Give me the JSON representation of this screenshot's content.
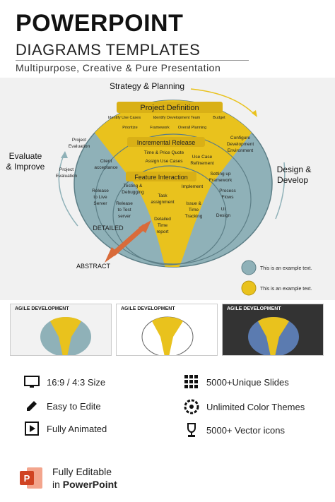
{
  "header": {
    "title": "POWERPOINT",
    "subtitle": "DIAGRAMS TEMPLATES",
    "tagline": "Multipurpose,  Creative & Pure Presentation"
  },
  "diagram": {
    "top_label": "Strategy & Planning",
    "left_label_1": "Evaluate",
    "left_label_2": "& Improve",
    "right_label_1": "Design &",
    "right_label_2": "Develop",
    "abstract_label": "ABSTRACT",
    "detailed_label": "DETAILED",
    "project_definition": "Project Definition",
    "pd_items": [
      "Identify Use Cases",
      "Identify Development Team",
      "Budget"
    ],
    "pd_items2": [
      "Prioritize",
      "Framework",
      "Overall Planning"
    ],
    "incremental_release": "Incremental Release",
    "ir_items": [
      "Time & Price Quote",
      "Assign Use Cases"
    ],
    "feature_interaction": "Feature Interaction",
    "left_outer": [
      "Project",
      "Evaluation"
    ],
    "left_outer2": [
      "Project",
      "Evaluation"
    ],
    "right_outer": [
      "Configure",
      "Development",
      "Environment"
    ],
    "client": [
      "Client",
      "acceptance"
    ],
    "release_live": [
      "Release",
      "to Live",
      "Server"
    ],
    "use_case": [
      "Use Case",
      "Refinement"
    ],
    "setting_up": [
      "Setting up",
      "Framework"
    ],
    "process_flows": [
      "Process",
      "Flows"
    ],
    "ui_design": [
      "UI",
      "Design"
    ],
    "testing": [
      "Testing &",
      "Debugging"
    ],
    "release_test": [
      "Release",
      "to Test",
      "server"
    ],
    "task": [
      "Task",
      "assignment"
    ],
    "detailed_time": [
      "Detailed",
      "Time",
      "report"
    ],
    "implement": "Implement",
    "issue": [
      "Issue &",
      "Time",
      "Tracking"
    ],
    "legend_1": "This is an example text.",
    "legend_2": "This is an example text.",
    "colors": {
      "blue": "#8fb1b8",
      "yellow": "#e9c21d",
      "arrow": "#d96b3a"
    }
  },
  "thumbnails": [
    {
      "title": "AGILE DEVELOPMENT",
      "theme": "light"
    },
    {
      "title": "AGILE DEVELOPMENT",
      "theme": "white"
    },
    {
      "title": "AGILE DEVELOPMENT",
      "theme": "dark"
    }
  ],
  "features": [
    {
      "icon": "monitor-icon",
      "label": "16:9 / 4:3 Size"
    },
    {
      "icon": "grid-icon",
      "label": "5000+Unique Slides"
    },
    {
      "icon": "pencil-icon",
      "label": "Easy to Edite"
    },
    {
      "icon": "palette-icon",
      "label": "Unlimited Color Themes"
    },
    {
      "icon": "play-icon",
      "label": "Fully Animated"
    },
    {
      "icon": "trophy-icon",
      "label": "5000+ Vector icons"
    }
  ],
  "footer": {
    "logo_letter": "P",
    "line1": "Fully Editable",
    "line2_prefix": "in ",
    "line2_bold": "PowerPoint"
  }
}
